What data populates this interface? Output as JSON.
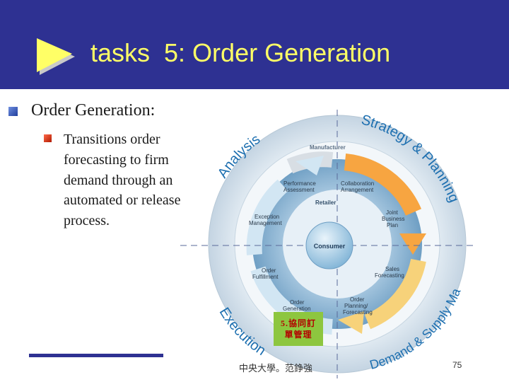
{
  "slide": {
    "title": "tasks  5: Order Generation",
    "bullet_level1": "Order Generation:",
    "bullet_level2": "Transitions order forecasting to firm demand through an automated or release process.",
    "footer": "中央大學。范錚強",
    "page_number": "75"
  },
  "diagram": {
    "ring_strategy": "Strategy & Planning",
    "ring_demand": "Demand & Supply Management",
    "ring_execution": "Execution",
    "ring_analysis": "Analysis",
    "manufacturer": "Manufacturer",
    "retailer": "Retailer",
    "consumer": "Consumer",
    "labels": {
      "performance_1": "Performance",
      "performance_2": "Assessment",
      "collaboration_1": "Collaboration",
      "collaboration_2": "Arrangement",
      "joint_1": "Joint",
      "joint_2": "Business",
      "joint_3": "Plan",
      "exception_1": "Exception",
      "exception_2": "Management",
      "sales_1": "Sales",
      "sales_2": "Forecasting",
      "fulfillment_1": "Order",
      "fulfillment_2": "Fulfillment",
      "generation_1": "Order",
      "generation_2": "Generation",
      "planning_1": "Order",
      "planning_2": "Planning/",
      "planning_3": "Forecasting"
    },
    "highlight_line1": "5.協同訂",
    "highlight_line2": "單管理"
  }
}
